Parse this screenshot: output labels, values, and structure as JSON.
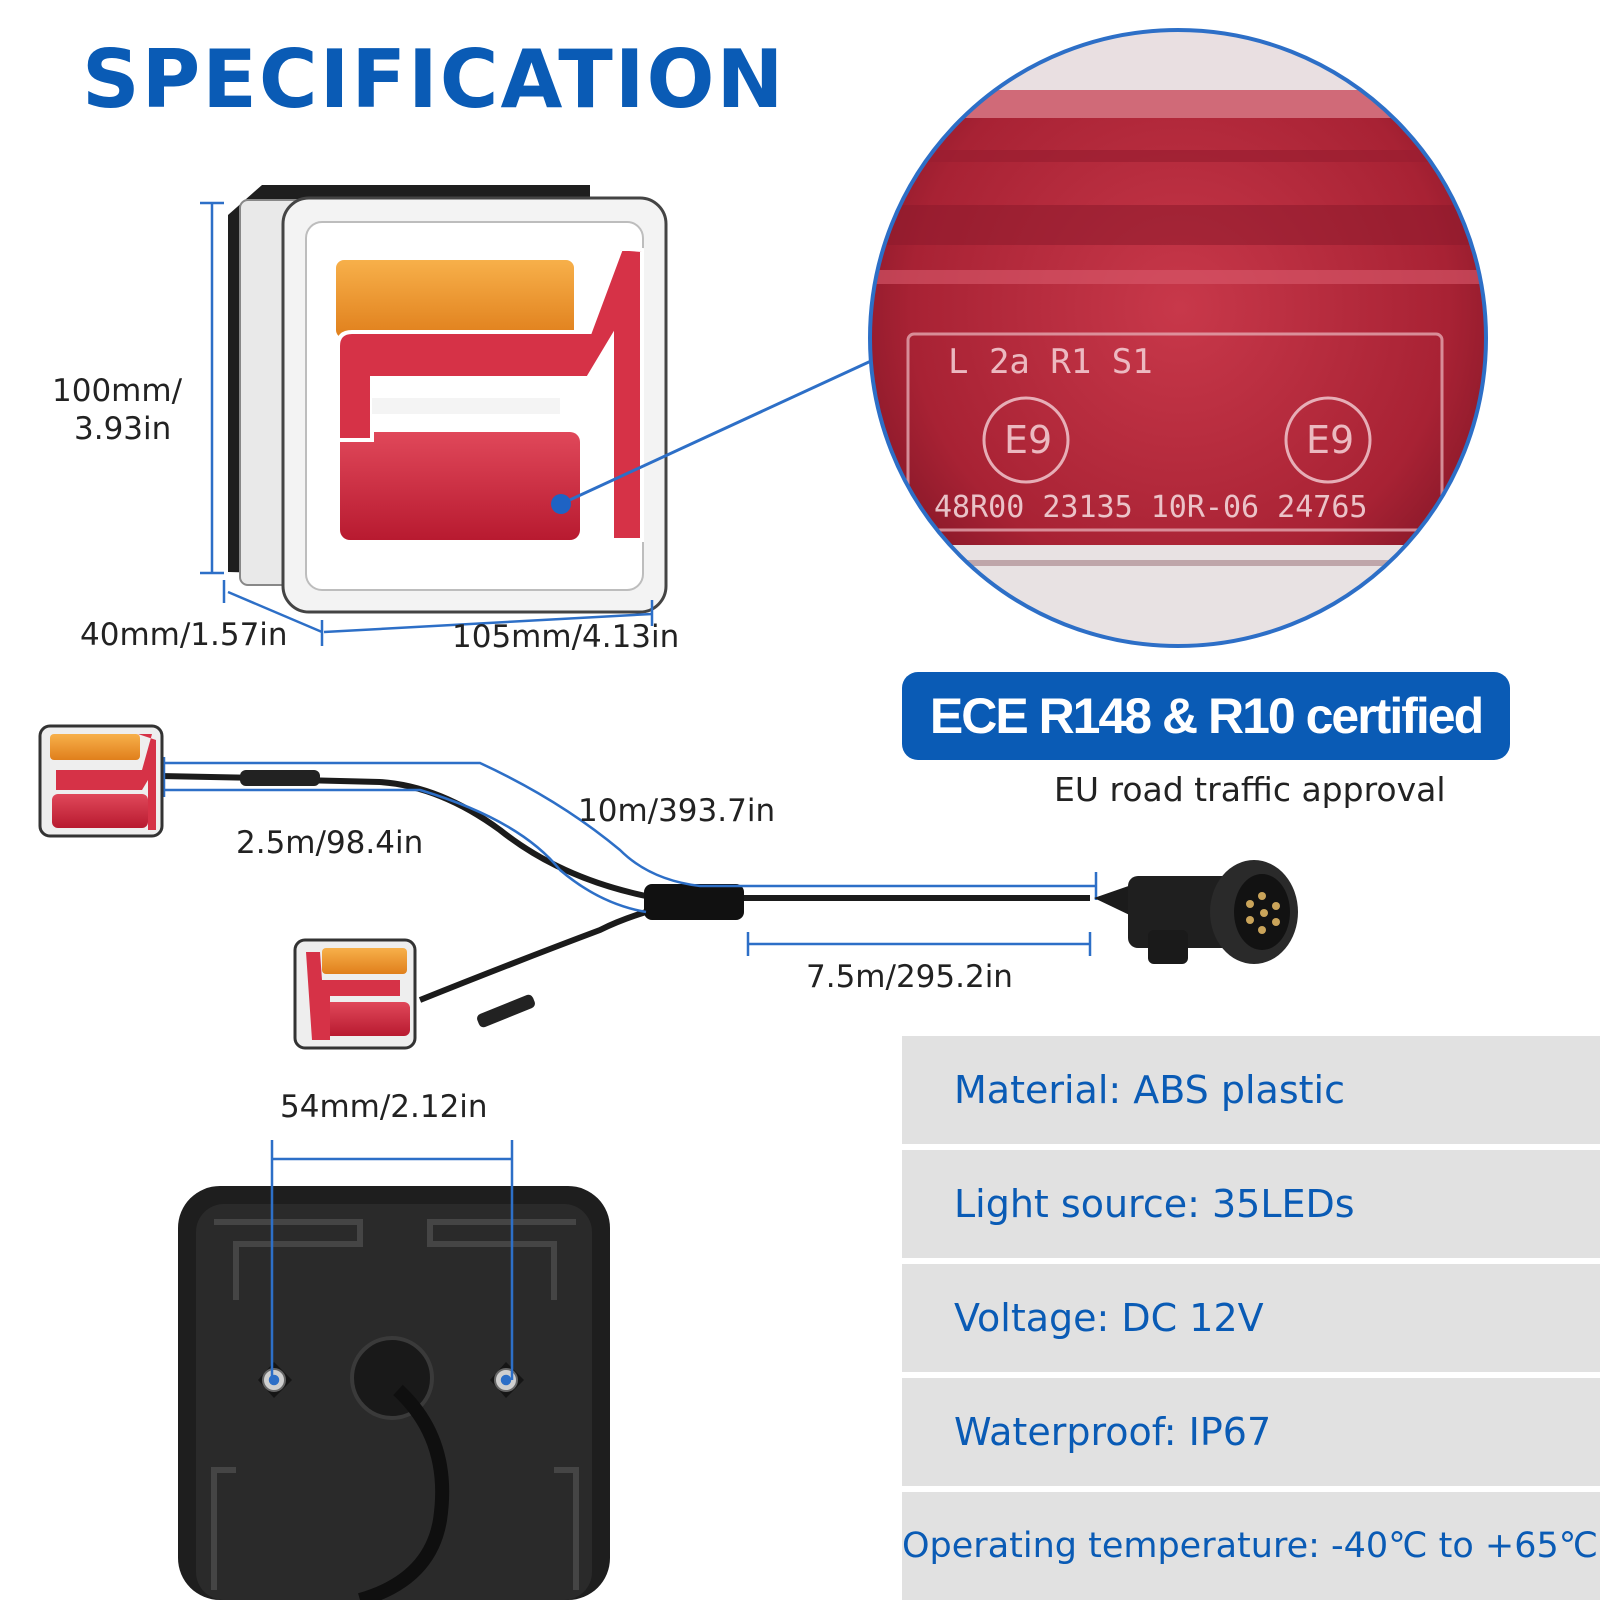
{
  "title": "SPECIFICATION",
  "dimensions": {
    "height_line1": "100mm/",
    "height_line2": "3.93in",
    "depth": "40mm/1.57in",
    "width": "105mm/4.13in",
    "cable_long": "10m/393.7in",
    "cable_short": "2.5m/98.4in",
    "cable_main": "7.5m/295.2in",
    "hole_spacing": "54mm/2.12in"
  },
  "zoom_marking": {
    "row1": "L 2a  R1  S1",
    "mark_left": "E9",
    "mark_right": "E9",
    "code": "48R00 23135  10R-06 24765"
  },
  "certification": {
    "badge": "ECE R148 & R10 certified",
    "subtitle": "EU road traffic approval"
  },
  "specs": [
    "Material: ABS plastic",
    "Light source: 35LEDs",
    "Voltage: DC 12V",
    "Waterproof: IP67",
    "Operating temperature: -40℃ to +65℃"
  ],
  "colors": {
    "brand_blue": "#0a5bb5",
    "amber": "#f39a2e",
    "red": "#d0283c",
    "panel_gray": "#e1e1e1"
  }
}
